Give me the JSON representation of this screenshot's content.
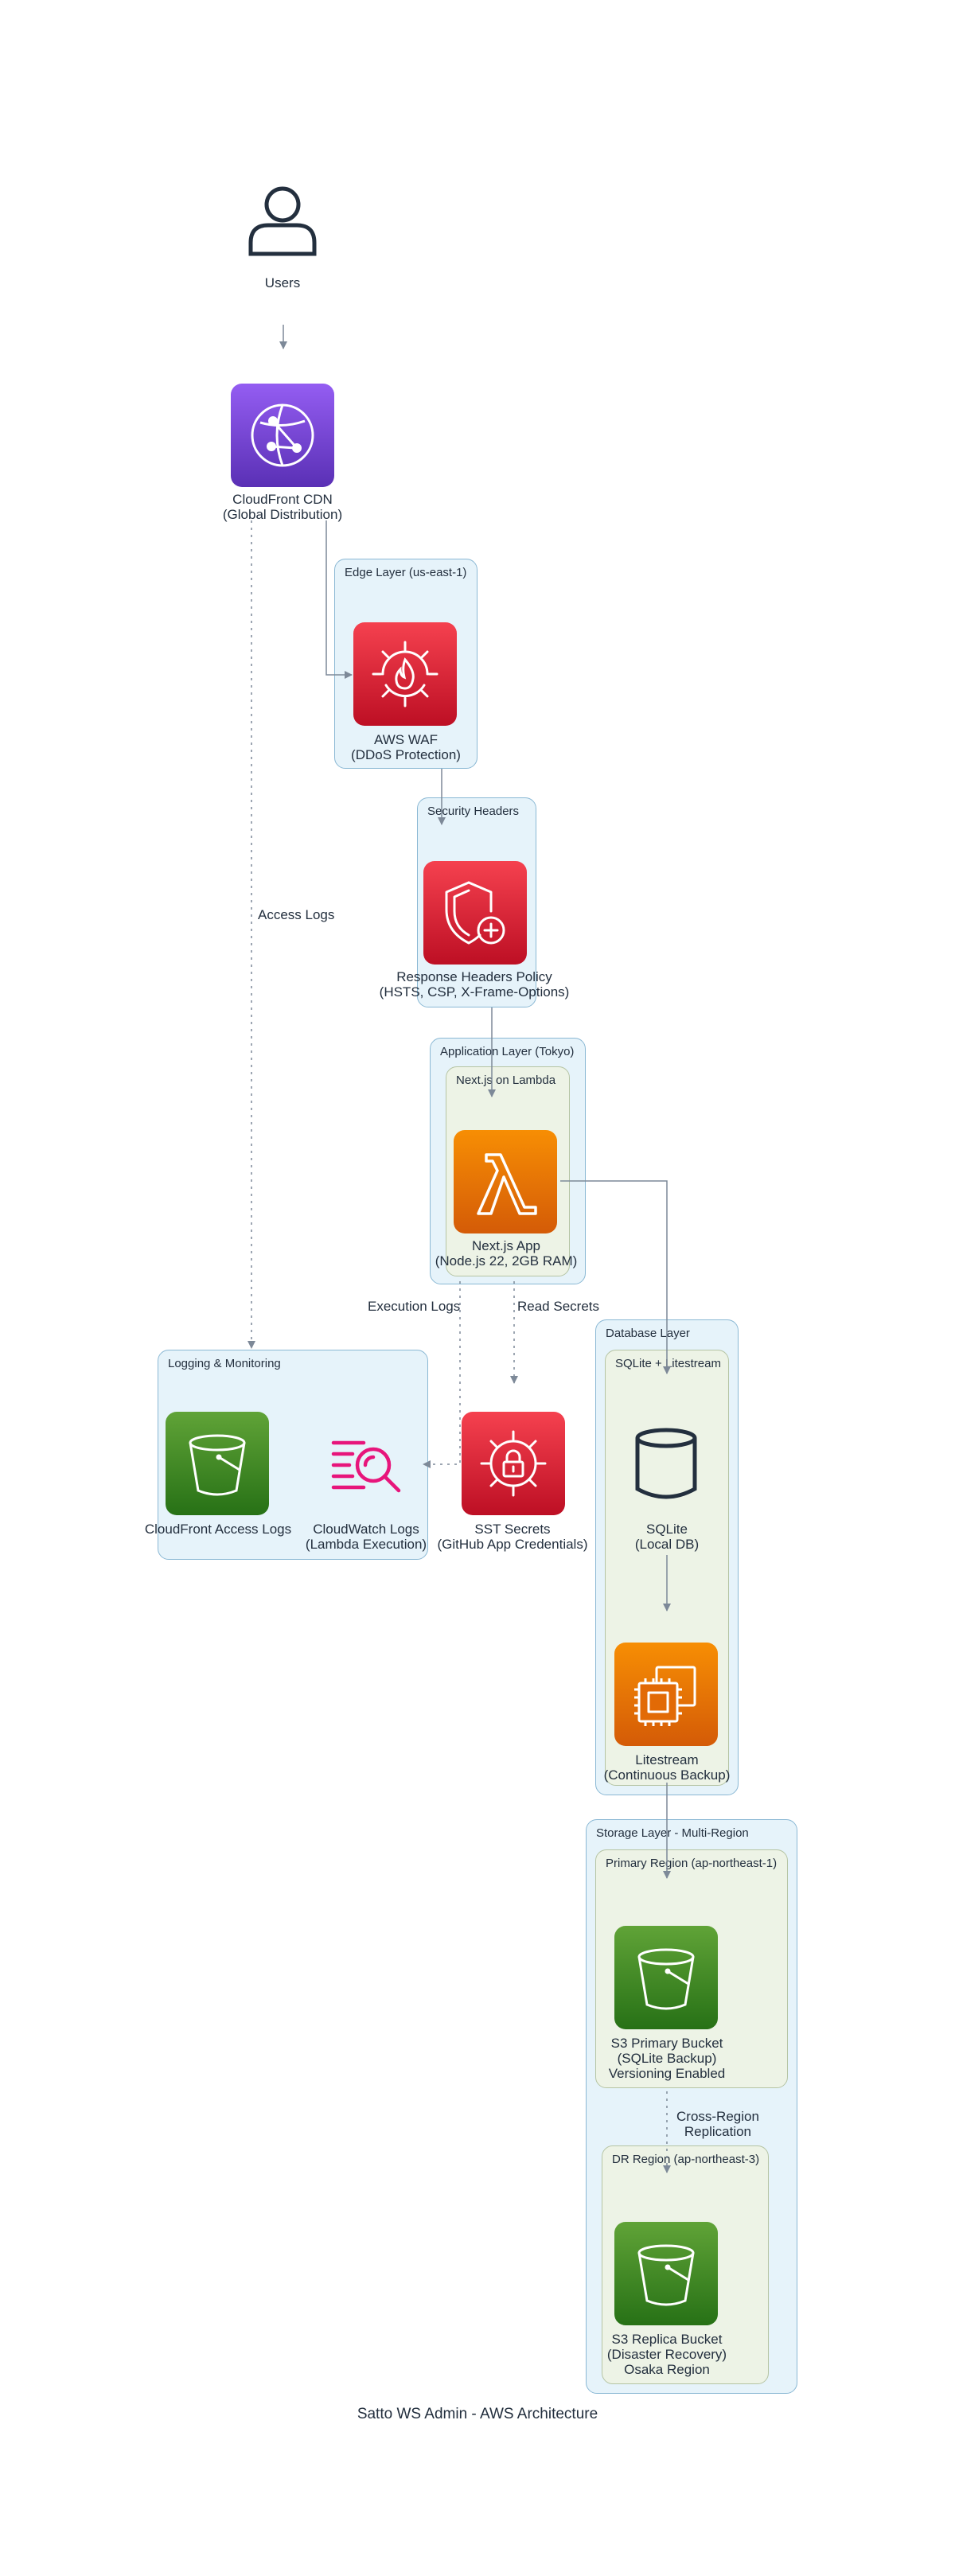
{
  "title": "Satto WS Admin - AWS Architecture",
  "colors": {
    "group_fill": "#e6f3fa",
    "group_border": "#8ab8d4",
    "inner_group_fill": "#edf3e6",
    "edge": "#7d8998",
    "compute_orange": "#ed7100",
    "security_red": "#dd344c",
    "storage_green": "#3f8624",
    "network_purple": "#8c4fff",
    "monitoring_pink": "#e7157b"
  },
  "groups": {
    "edge": "Edge Layer (us-east-1)",
    "security": "Security Headers",
    "app": "Application Layer (Tokyo)",
    "nextjs": "Next.js on Lambda",
    "logging": "Logging & Monitoring",
    "database": "Database Layer",
    "sqlite_litestream": "SQLite + Litestream",
    "storage": "Storage Layer - Multi-Region",
    "primary": "Primary Region (ap-northeast-1)",
    "dr": "DR Region (ap-northeast-3)"
  },
  "nodes": {
    "users": {
      "icon": "user-icon",
      "lines": [
        "Users"
      ]
    },
    "cloudfront": {
      "icon": "cloudfront-icon",
      "lines": [
        "CloudFront CDN",
        "(Global Distribution)"
      ]
    },
    "waf": {
      "icon": "waf-icon",
      "lines": [
        "AWS WAF",
        "(DDoS Protection)"
      ]
    },
    "headers": {
      "icon": "shield-icon",
      "lines": [
        "Response Headers Policy",
        "(HSTS, CSP, X-Frame-Options)"
      ]
    },
    "nextjs_app": {
      "icon": "lambda-icon",
      "lines": [
        "Next.js App",
        "(Node.js 22, 2GB RAM)"
      ]
    },
    "cf_logs": {
      "icon": "bucket-icon",
      "lines": [
        "CloudFront Access Logs"
      ]
    },
    "cw_logs": {
      "icon": "cloudwatch-logs-icon",
      "lines": [
        "CloudWatch Logs",
        "(Lambda Execution)"
      ]
    },
    "secrets": {
      "icon": "secrets-lock-icon",
      "lines": [
        "SST Secrets",
        "(GitHub App Credentials)"
      ]
    },
    "sqlite": {
      "icon": "database-icon",
      "lines": [
        "SQLite",
        "(Local DB)"
      ]
    },
    "litestream": {
      "icon": "chip-icon",
      "lines": [
        "Litestream",
        "(Continuous Backup)"
      ]
    },
    "s3_primary": {
      "icon": "bucket-icon",
      "lines": [
        "S3 Primary Bucket",
        "(SQLite Backup)",
        "Versioning Enabled"
      ]
    },
    "s3_replica": {
      "icon": "bucket-icon",
      "lines": [
        "S3 Replica Bucket",
        "(Disaster Recovery)",
        "Osaka Region"
      ]
    }
  },
  "edges": {
    "access_logs": "Access Logs",
    "execution_logs": "Execution Logs",
    "read_secrets": "Read Secrets",
    "replication_line1": "Cross-Region",
    "replication_line2": "Replication"
  }
}
